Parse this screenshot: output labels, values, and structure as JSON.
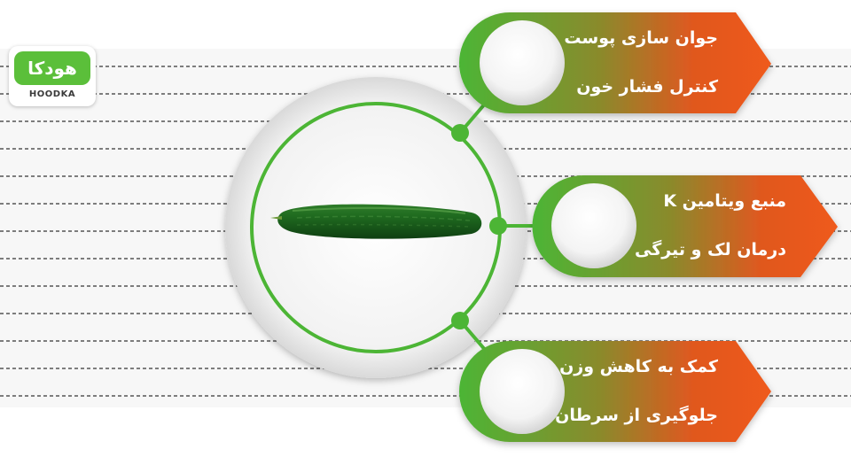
{
  "logo": {
    "text": "هودکا",
    "name": "HOODKA"
  },
  "benefits": [
    {
      "line1": "جوان سازی پوست",
      "line2": "کنترل فشار خون"
    },
    {
      "line1": "منبع ویتامین K",
      "line2": "درمان لک و تیرگی"
    },
    {
      "line1": "کمک به کاهش وزن",
      "line2": "جلوگیری از سرطان"
    }
  ],
  "colors": {
    "green": "#4cb535",
    "orange": "#ef5a1f",
    "line": "#555555"
  },
  "icons": {
    "subject": "cucumber"
  }
}
